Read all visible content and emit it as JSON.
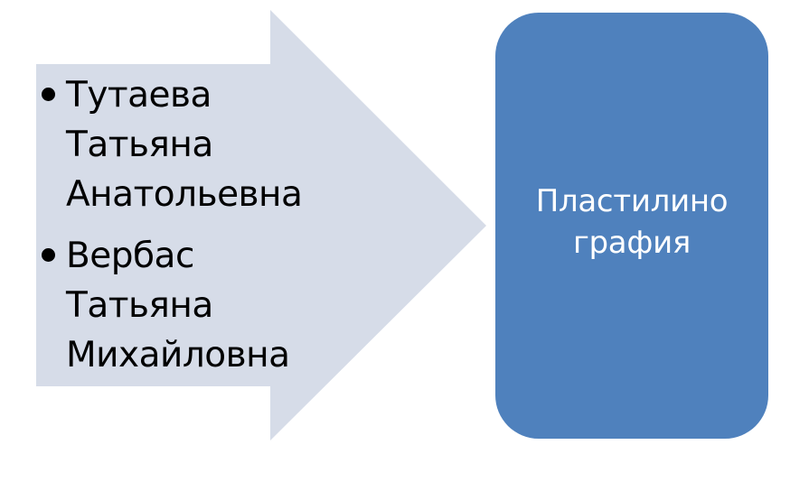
{
  "diagram": {
    "arrow": {
      "fill_color": "#D6DCE8",
      "text_color": "#000000",
      "items": [
        {
          "lines": [
            "Тутаева",
            "Татьяна",
            "Анатольевна"
          ]
        },
        {
          "lines": [
            "Вербас",
            "Татьяна",
            "Михайловна"
          ]
        }
      ]
    },
    "box": {
      "fill_color": "#4F81BD",
      "text_color": "#FFFFFF",
      "lines": [
        "Пластилино",
        "графия"
      ]
    }
  }
}
